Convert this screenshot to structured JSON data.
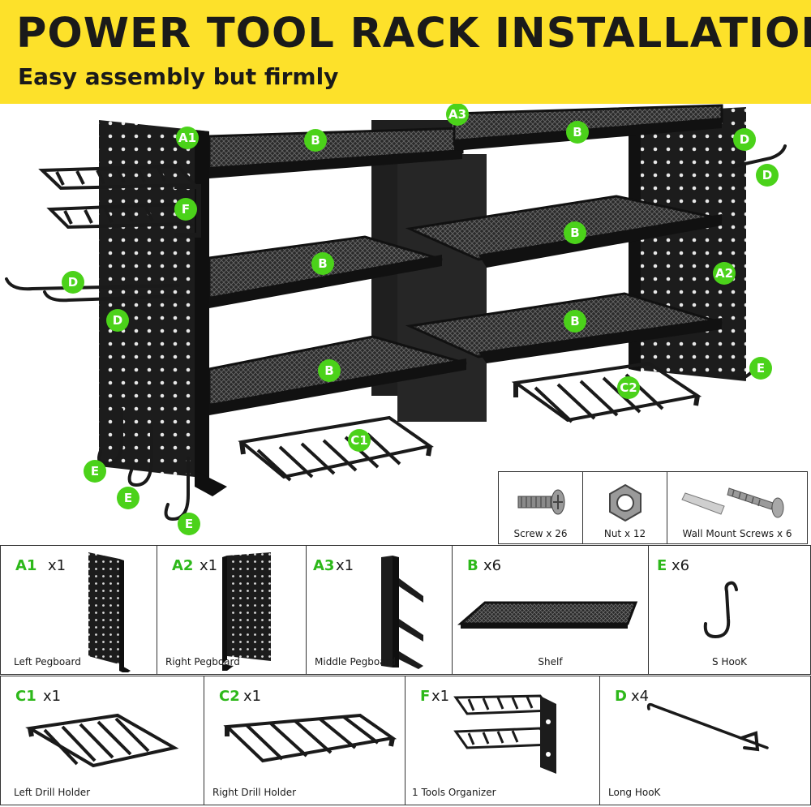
{
  "header": {
    "title": "POWER TOOL RACK INSTALLATION",
    "subtitle": "Easy assembly but firmly"
  },
  "colors": {
    "banner": "#fde12a",
    "badge": "#4bd21a",
    "text": "#1a1a1a",
    "metal": "#1c1c1c"
  },
  "callouts": {
    "A1": "A1",
    "A2": "A2",
    "A3": "A3",
    "B": "B",
    "C1": "C1",
    "C2": "C2",
    "D": "D",
    "E": "E",
    "F": "F"
  },
  "hardware": [
    {
      "label": "Screw x 26",
      "icon": "screw-icon"
    },
    {
      "label": "Nut x 12",
      "icon": "nut-icon"
    },
    {
      "label": "Wall Mount Screws x 6",
      "icon": "wall-anchor-icon"
    }
  ],
  "parts": [
    {
      "code": "A1",
      "qty": "x1",
      "name": "Left Pegboard"
    },
    {
      "code": "A2",
      "qty": "x1",
      "name": "Right Pegboard"
    },
    {
      "code": "A3",
      "qty": "x1",
      "name": "Middle Pegboard"
    },
    {
      "code": "B",
      "qty": "x6",
      "name": "Shelf"
    },
    {
      "code": "E",
      "qty": "x6",
      "name": "S HooK"
    },
    {
      "code": "C1",
      "qty": "x1",
      "name": "Left Drill Holder"
    },
    {
      "code": "C2",
      "qty": "x1",
      "name": "Right Drill Holder"
    },
    {
      "code": "F",
      "qty": "x1",
      "name": "1 Tools Organizer"
    },
    {
      "code": "D",
      "qty": "x4",
      "name": "Long HooK"
    }
  ]
}
